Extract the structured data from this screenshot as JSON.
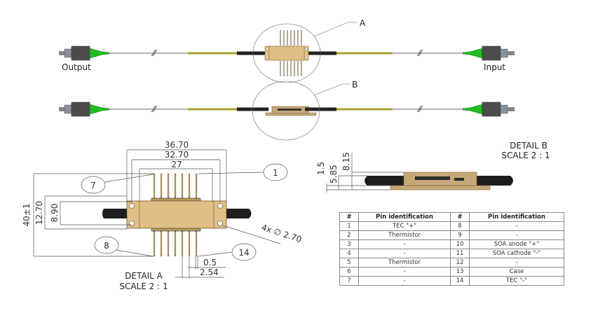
{
  "top_view": {
    "output_label": "Output",
    "input_label": "Input",
    "callout_a": "A",
    "callout_b": "B"
  },
  "detail_a": {
    "title": "DETAIL A",
    "scale": "SCALE 2 : 1",
    "dims": {
      "overall_width": "36.70",
      "hole_spacing": "32.70",
      "pin_span": "27",
      "height_total": "40±1",
      "height_body": "12.70",
      "height_holes": "8.90",
      "pin_width": "0.5",
      "pin_pitch": "2.54",
      "holes": "4x ∅ 2.70"
    },
    "balloons": [
      "1",
      "7",
      "8",
      "14"
    ]
  },
  "detail_b": {
    "title": "DETAIL B",
    "scale": "SCALE 2 : 1",
    "dims": {
      "flange": "1.5",
      "fiber_height": "5.85",
      "body_height": "8.15"
    }
  },
  "colors": {
    "package": "#dfbf85",
    "fiber_jacket": "#a8a228",
    "boot": "#22bb22",
    "connector": "#555555",
    "tube": "#222222"
  },
  "pin_table": {
    "headers": [
      "#",
      "Pin identification",
      "#",
      "Pin identification"
    ],
    "rows": [
      [
        "1",
        "TEC \"+\"",
        "8",
        "-"
      ],
      [
        "2",
        "Thermistor",
        "9",
        "-"
      ],
      [
        "3",
        "-",
        "10",
        "SOA anode \"+\""
      ],
      [
        "4",
        "-",
        "11",
        "SOA cathode \"-\""
      ],
      [
        "5",
        "Thermistor",
        "12",
        "-"
      ],
      [
        "6",
        "-",
        "13",
        "Case"
      ],
      [
        "7",
        "-",
        "14",
        "TEC \"-\""
      ]
    ]
  }
}
